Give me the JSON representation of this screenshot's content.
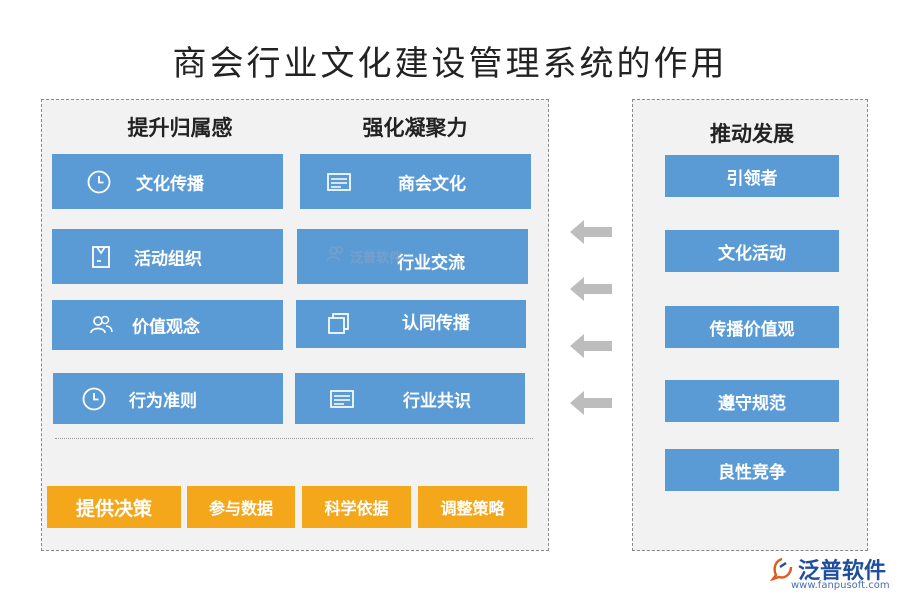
{
  "title": "商会行业文化建设管理系统的作用",
  "left_panel": {
    "col1_heading": "提升归属感",
    "col2_heading": "强化凝聚力",
    "col1_items": [
      {
        "label": "文化传播",
        "icon": "clock-icon"
      },
      {
        "label": "活动组织",
        "icon": "clipboard-icon"
      },
      {
        "label": "价值观念",
        "icon": "users-icon"
      },
      {
        "label": "行为准则",
        "icon": "clock-icon"
      }
    ],
    "col2_items": [
      {
        "label": "商会文化",
        "icon": "document-list-icon"
      },
      {
        "label": "行业交流",
        "icon": "users-icon"
      },
      {
        "label": "认同传播",
        "icon": "copy-icon"
      },
      {
        "label": "行业共识",
        "icon": "document-list-icon"
      }
    ],
    "bottom_buttons": [
      "提供决策",
      "参与数据",
      "科学依据",
      "调整策略"
    ]
  },
  "right_panel": {
    "heading": "推动发展",
    "items": [
      "引领者",
      "文化活动",
      "传播价值观",
      "遵守规范",
      "良性竞争"
    ]
  },
  "watermark": "泛普软件",
  "logo": {
    "brand": "泛普软件",
    "url": "www.fanpusoft.com"
  },
  "colors": {
    "card_blue": "#5b9bd5",
    "orange": "#f5a71c",
    "arrow_gray": "#bdbdbd",
    "panel_bg": "#f2f2f2"
  }
}
